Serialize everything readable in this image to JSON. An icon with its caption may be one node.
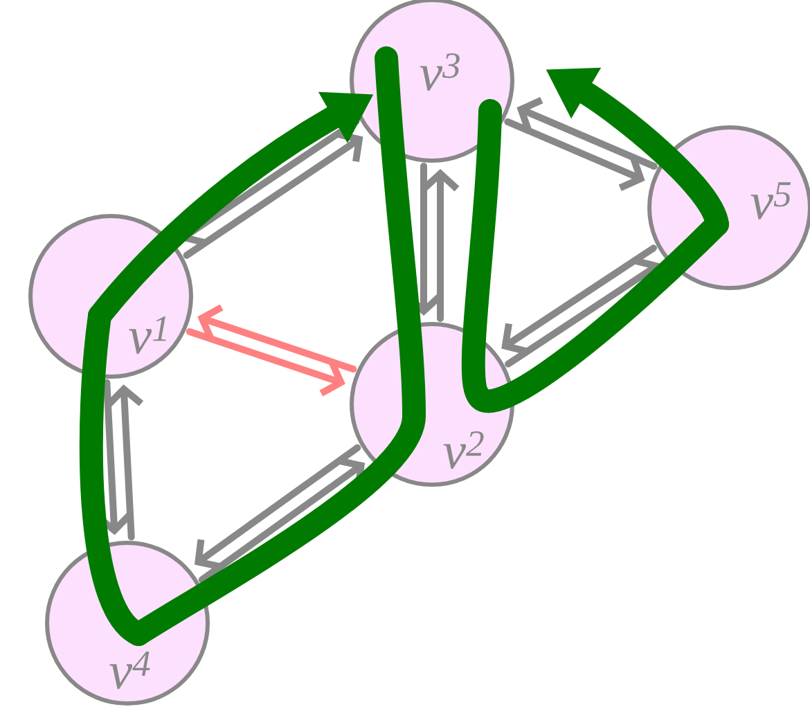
{
  "diagram": {
    "nodes": [
      {
        "text": [
          "v$^{3}$"
        ]
      },
      {
        "text": [
          "v$^{5}$"
        ]
      },
      {
        "text": [
          "v$^{1}$"
        ]
      },
      {
        "text": [
          "v$^{2}$"
        ]
      },
      {
        "text": [
          "v$^{4}$"
        ]
      }
    ],
    "edges": [
      {
        "from": 0,
        "to": 2,
        "arrow": "to"
      },
      {
        "from": 2,
        "to": 0,
        "arrow": "to"
      },
      {
        "from": 0,
        "to": 1,
        "arrow": "to"
      },
      {
        "from": 1,
        "to": 0,
        "arrow": "to"
      },
      {
        "from": 1,
        "to": 3,
        "arrow": "to"
      },
      {
        "from": 3,
        "to": 1,
        "arrow": "to"
      },
      {
        "from": 0,
        "to": 3,
        "arrow": "to"
      },
      {
        "from": 3,
        "to": 0,
        "arrow": "to"
      },
      {
        "from": 3,
        "to": 4,
        "arrow": "to"
      },
      {
        "from": 4,
        "to": 3,
        "arrow": "to"
      },
      {
        "from": 2,
        "to": 4,
        "arrow": "to"
      },
      {
        "from": 4,
        "to": 2,
        "arrow": "to"
      },
      {
        "from": 2,
        "to": 3,
        "arrow": "to",
        "color": "#ff8080"
      },
      {
        "from": 3,
        "to": 2,
        "arrow": "to",
        "color": "#ff8080"
      },
      {
        "from": 0,
        "to": 3,
        "arrow": "none",
        "style": "thick",
        "color": "#007a00"
      },
      {
        "from": 3,
        "to": 4,
        "arrow": "none",
        "style": "thick",
        "color": "#007a00"
      },
      {
        "from": 4,
        "to": 2,
        "arrow": "none",
        "style": "thick",
        "color": "#007a00"
      },
      {
        "from": 2,
        "to": 0,
        "arrow": "to",
        "style": "thick",
        "color": "#007a00"
      },
      {
        "from": 0,
        "to": 3,
        "arrow": "none",
        "style": "thick",
        "color": "#007a00"
      },
      {
        "from": 3,
        "to": 1,
        "arrow": "none",
        "style": "thick",
        "color": "#007a00"
      },
      {
        "from": 1,
        "to": 0,
        "arrow": "to",
        "style": "thick",
        "color": "#007a00"
      }
    ]
  }
}
